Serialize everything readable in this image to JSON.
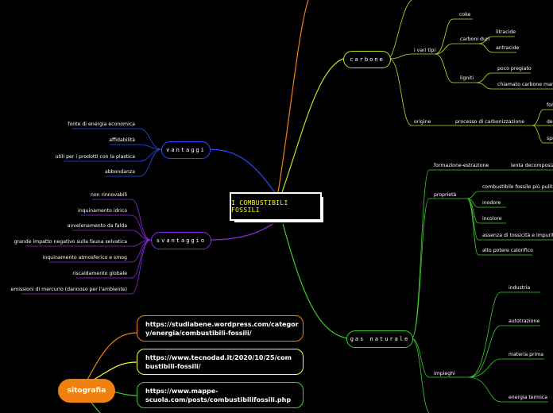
{
  "central": {
    "title": "I COMBUSTIBILI FOSSILI"
  },
  "vantaggi": {
    "label": "vantaggi",
    "items": [
      "fonte di energia economica",
      "affidabilità",
      "utili per i prodotti con la plastica",
      "abbondanza"
    ]
  },
  "svantaggio": {
    "label": "svantaggio",
    "items": [
      "non rinnovabili",
      "inquinamento idrico",
      "avvelenamento da falda",
      "grande impatto negativo sulla fauna selvatica",
      "inquinamento atmosferico e smog",
      "riscaldamento globale",
      "emissioni di mercurio (dannoso per l'ambiente)"
    ]
  },
  "carbone": {
    "label": "carbone",
    "tipi_label": "i vari tipi",
    "coke": "coke",
    "carboni_duri": "carboni duri",
    "litracide": "litracide",
    "antracide": "antracide",
    "ligniti": "ligniti",
    "poco_pregiato": "poco pregiato",
    "chiamato": "chiamato carbone marro",
    "origine": "origine",
    "processo": "processo di carbonizzazione",
    "sub1": "for",
    "sub2": "de",
    "sub3": "spr"
  },
  "gas": {
    "label": "gas naturale",
    "formazione": "formazione-estrazione",
    "lenta": "lenta decomposizi",
    "proprieta": "proprietà",
    "prop_items": [
      "combustibile fossile più pulito",
      "inodore",
      "incolore",
      "assenza di tossicità e impurità",
      "alto potere calorifico"
    ],
    "impieghi": "impieghi",
    "imp_items": [
      "industria",
      "autotrazione",
      "materia prima",
      "energia termica"
    ]
  },
  "sitografia": {
    "label": "sitografia",
    "links": [
      "https://studiabene.wordpress.com/categor y/energia/combustibili-fossili/",
      "https://www.tecnodad.it/2020/10/25/com bustibili-fossili/",
      "https://www.mappe-scuola.com/posts/combustibilifossili.php"
    ],
    "link_lines": [
      [
        "https://studiabene.wordpress.com/categor",
        "y/energia/combustibili-fossili/"
      ],
      [
        "https://www.tecnodad.it/2020/10/25/com",
        "bustibili-fossili/"
      ],
      [
        "https://www.mappe-",
        "scuola.com/posts/combustibilifossili.php"
      ]
    ]
  },
  "colors": {
    "blue": "#2a4bff",
    "purple": "#8a2be2",
    "yellowgreen": "#b6e61e",
    "green": "#3ccf2a",
    "orange": "#f08010",
    "yellow": "#ffff33"
  }
}
